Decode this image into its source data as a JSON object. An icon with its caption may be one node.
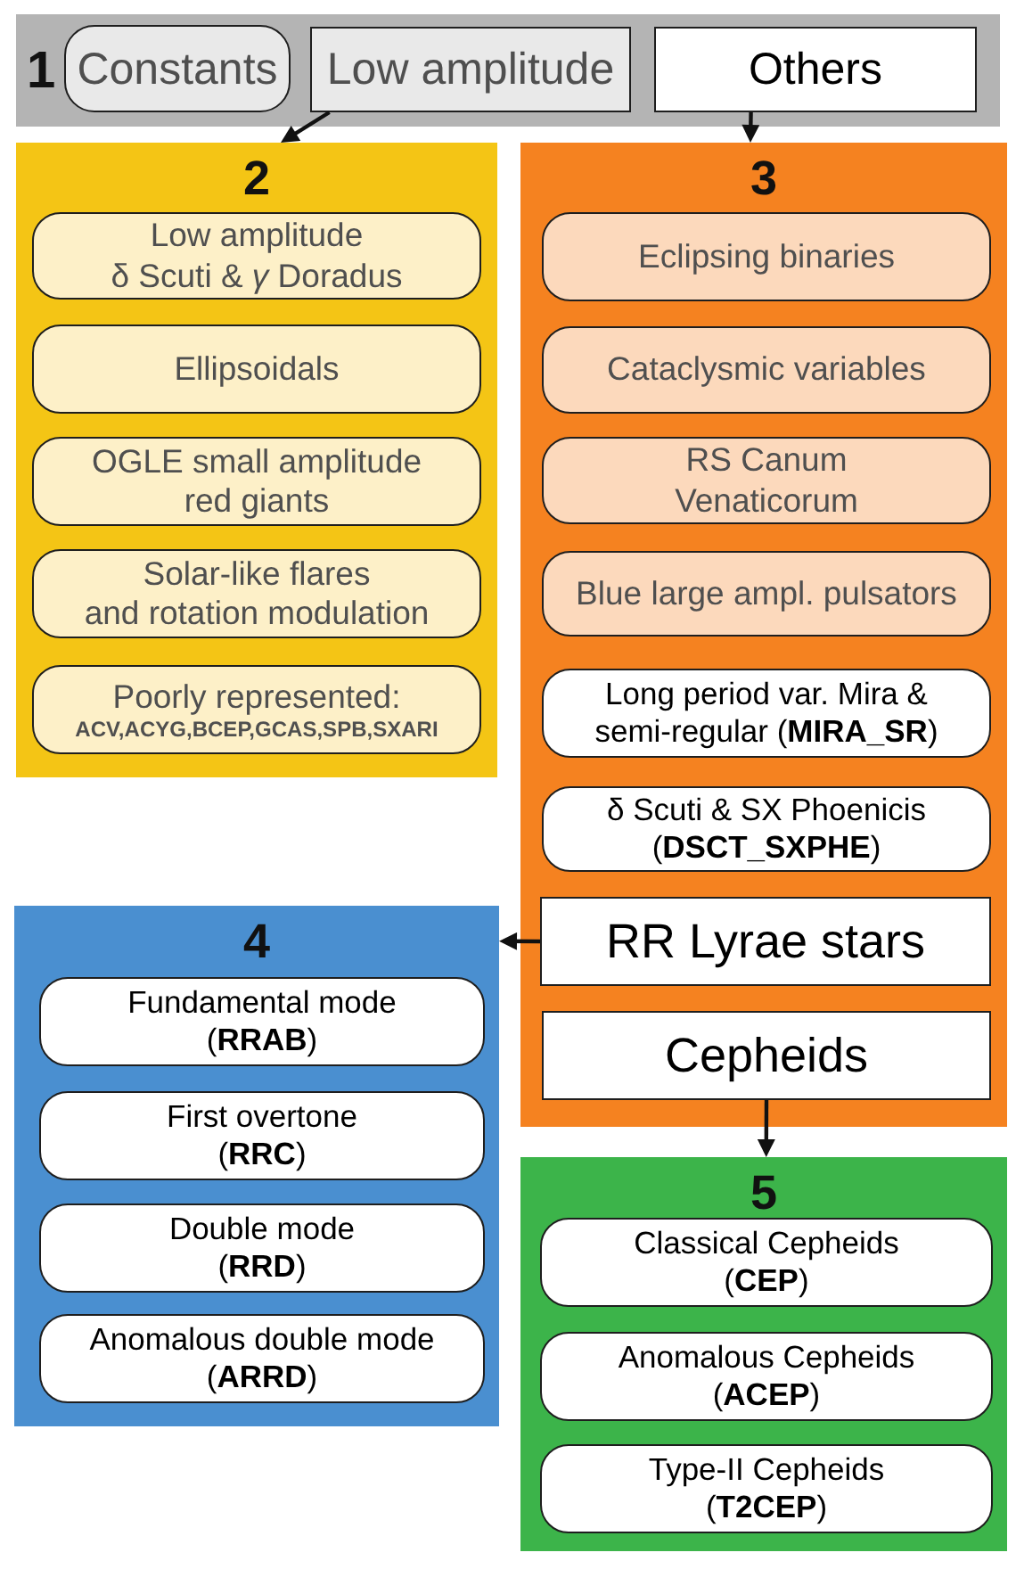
{
  "diagram": {
    "nodes": [
      {
        "text": [
          "1"
        ]
      },
      {
        "text": [
          "Constants"
        ],
        "in": 0
      },
      {
        "text": [
          "Low amplitude"
        ],
        "in": 0
      },
      {
        "text": [
          "Others"
        ],
        "in": 0
      },
      {
        "text": [
          "2"
        ]
      },
      {
        "text": [
          "Low amplitude δ Scuti & *γ* Doradus"
        ],
        "in": 4
      },
      {
        "text": [
          "Ellipsoidals"
        ],
        "in": 4
      },
      {
        "text": [
          "OGLE small amplitude red giants"
        ],
        "in": 4
      },
      {
        "text": [
          "Solar-like flares and rotation modulation"
        ],
        "in": 4
      },
      {
        "text": [
          "Poorly represented:",
          "ACV,ACYG,BCEP,GCAS,SPB,SXARI"
        ],
        "in": 4
      },
      {
        "text": [
          "3"
        ]
      },
      {
        "text": [
          "Eclipsing binaries"
        ],
        "in": 10
      },
      {
        "text": [
          "Cataclysmic variables"
        ],
        "in": 10
      },
      {
        "text": [
          "RS Canum Venaticorum"
        ],
        "in": 10
      },
      {
        "text": [
          "Blue large ampl. pulsators"
        ],
        "in": 10
      },
      {
        "text": [
          "Long period var. Mira & semi-regular (**MIRA_SR**)"
        ],
        "in": 10
      },
      {
        "text": [
          "δ Scuti & SX Phoenicis (**DSCT_SXPHE**)"
        ],
        "in": 10
      },
      {
        "text": [
          "RR Lyrae stars"
        ],
        "in": 10
      },
      {
        "text": [
          "Cepheids"
        ],
        "in": 10
      },
      {
        "text": [
          "4"
        ]
      },
      {
        "text": [
          "Fundamental mode (**RRAB**)"
        ],
        "in": 19
      },
      {
        "text": [
          "First overtone (**RRC**)"
        ],
        "in": 19
      },
      {
        "text": [
          "Double mode (**RRD**)"
        ],
        "in": 19
      },
      {
        "text": [
          "Anomalous double mode (**ARRD**)"
        ],
        "in": 19
      },
      {
        "text": [
          "5"
        ]
      },
      {
        "text": [
          "Classical Cepheids (**CEP**)"
        ],
        "in": 24
      },
      {
        "text": [
          "Anomalous Cepheids (**ACEP**)"
        ],
        "in": 24
      },
      {
        "text": [
          "Type-II Cepheids (**T2CEP**)"
        ],
        "in": 24
      }
    ],
    "edges": [
      {
        "from": 2,
        "to": 4,
        "arrow": "to"
      },
      {
        "from": 3,
        "to": 10,
        "arrow": "to"
      },
      {
        "from": 17,
        "to": 19,
        "arrow": "to"
      },
      {
        "from": 18,
        "to": 24,
        "arrow": "to"
      }
    ]
  }
}
